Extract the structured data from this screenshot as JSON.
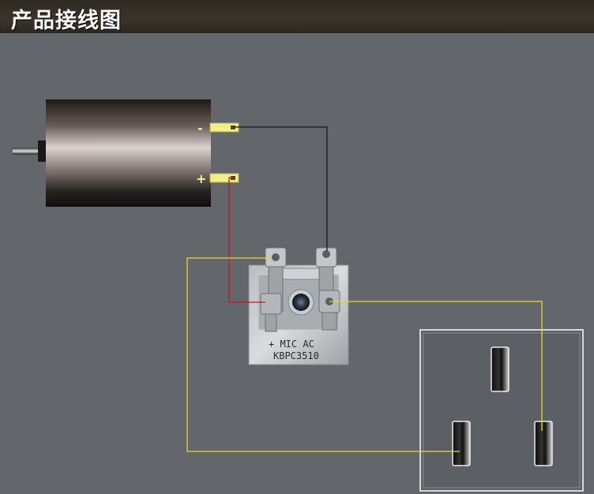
{
  "header": {
    "title": "产品接线图"
  },
  "motor": {
    "negative_label": "-",
    "positive_label": "+"
  },
  "bridge": {
    "marking_line1": "+ MIC  AC",
    "marking_line2": "KBPC3510"
  },
  "wires": {
    "black": "#1a1a1a",
    "red": "#c8161d",
    "yellow": "#e8d63a"
  }
}
